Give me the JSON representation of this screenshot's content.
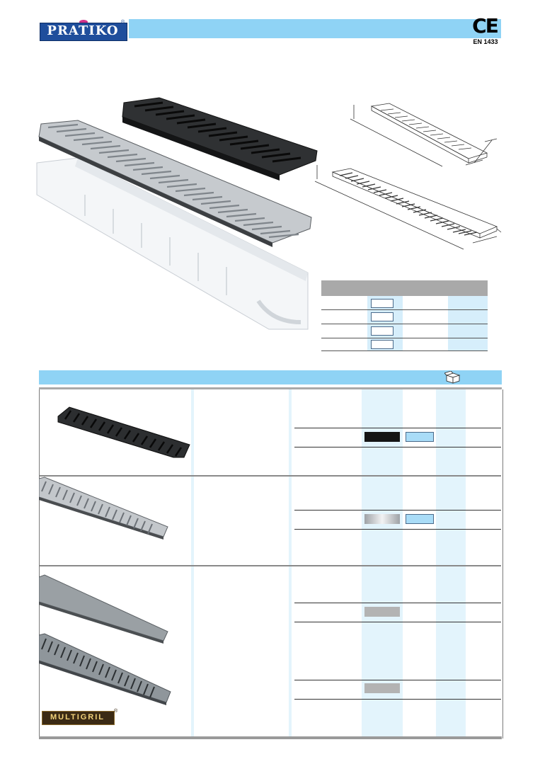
{
  "header": {
    "logo_text": "PRATIKO",
    "logo_reg": "®",
    "ce_mark": "CE",
    "standard": "EN 1433"
  },
  "badge": {
    "text": "MULTIGRIL",
    "reg": "®"
  },
  "colors": {
    "accent_blue": "#8fd3f5",
    "light_blue": "#e3f4fc",
    "grey_header": "#a9a9a9",
    "logo_blue": "#1f4e9c"
  },
  "icons": {
    "package": "box-icon"
  }
}
